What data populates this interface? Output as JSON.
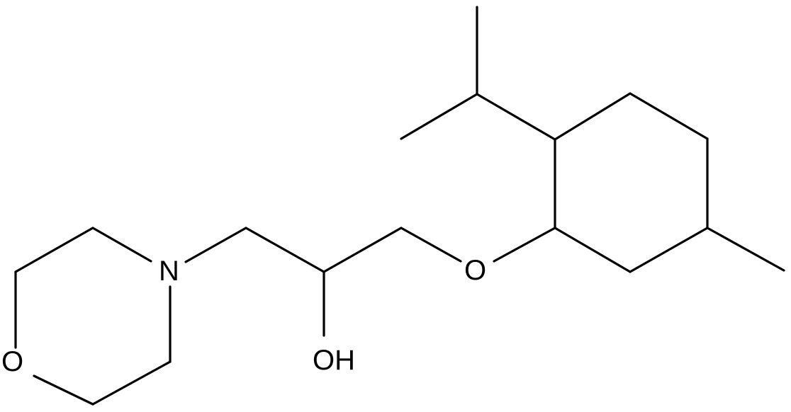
{
  "labels": {
    "nitrogen": "N",
    "ether_oxygen": "O",
    "ring_oxygen": "O",
    "hydroxyl": "OH"
  },
  "colors": {
    "bond": "#000000",
    "background": "#ffffff"
  }
}
